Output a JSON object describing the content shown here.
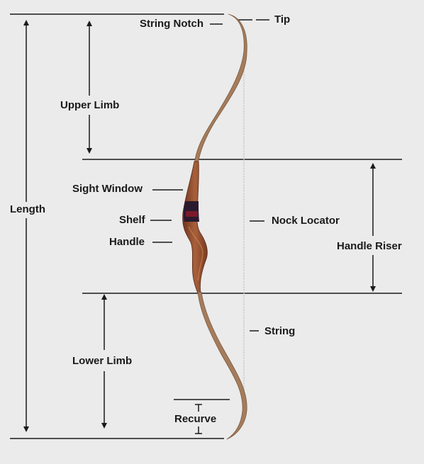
{
  "colors": {
    "background": "#ebebeb",
    "ink": "#1a1a1a",
    "limb_wood": "#a07a5a",
    "riser_wood": "#8a4a2a",
    "grip_dark": "#2a1a2e",
    "string": "#c8c8c8"
  },
  "labels": {
    "string_notch": "String Notch",
    "tip": "Tip",
    "upper_limb": "Upper Limb",
    "length": "Length",
    "sight_window": "Sight Window",
    "shelf": "Shelf",
    "handle": "Handle",
    "nock_locator": "Nock Locator",
    "handle_riser": "Handle Riser",
    "string": "String",
    "lower_limb": "Lower Limb",
    "recurve": "Recurve"
  }
}
